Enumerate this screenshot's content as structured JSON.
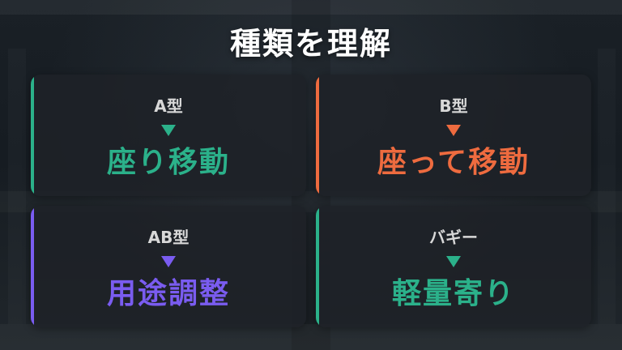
{
  "title": "種類を理解",
  "cards": [
    {
      "label": "A型",
      "main": "座り移動",
      "color": "#2bb18a"
    },
    {
      "label": "B型",
      "main": "座って移動",
      "color": "#ee6b3f"
    },
    {
      "label": "AB型",
      "main": "用途調整",
      "color": "#7a5cf0"
    },
    {
      "label": "バギー",
      "main": "軽量寄り",
      "color": "#2bb18a"
    }
  ]
}
